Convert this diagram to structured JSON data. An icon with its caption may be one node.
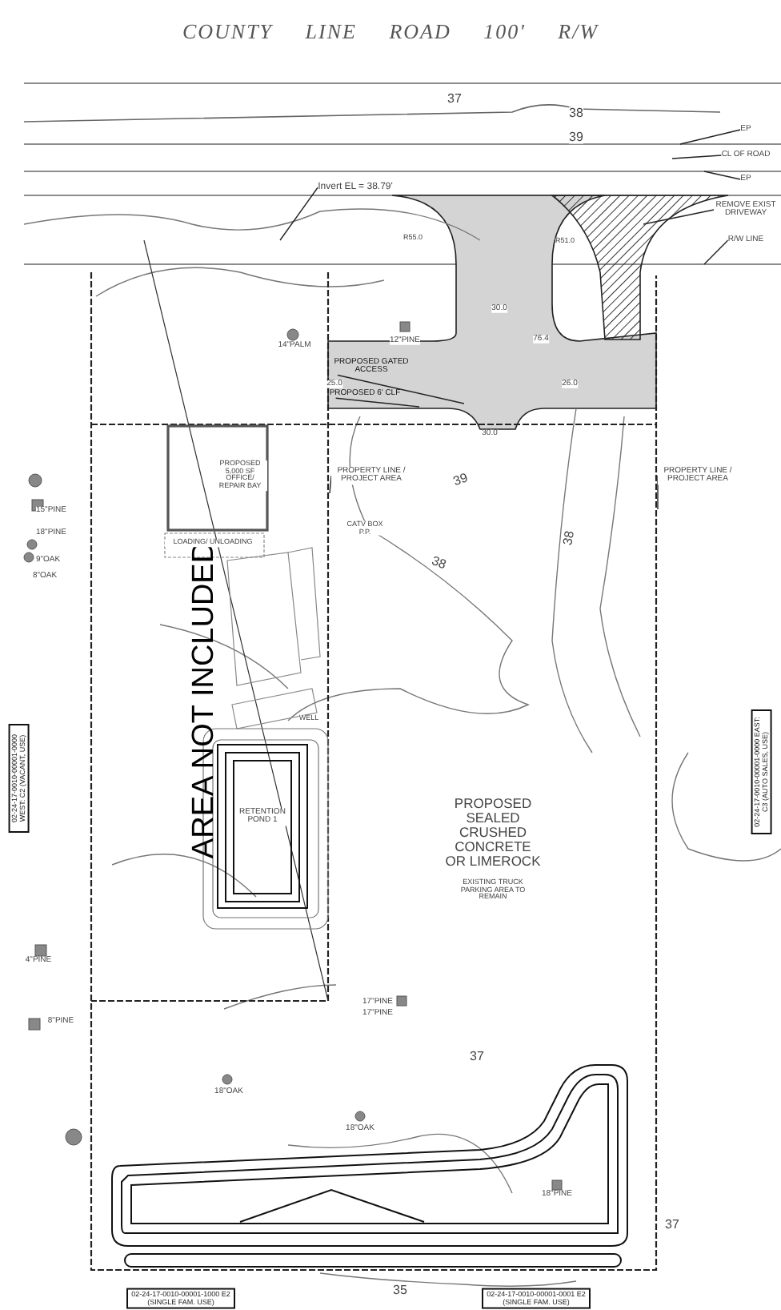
{
  "diagram": {
    "title": "COUNTY LINE ROAD 100' R/W",
    "nodes": [
      {
        "text": [
          "Invert EL = 38.79'"
        ]
      },
      {
        "text": [
          "EP"
        ]
      },
      {
        "text": [
          "CL OF ROAD"
        ]
      },
      {
        "text": [
          "EP"
        ]
      },
      {
        "text": [
          "REMOVE EXIST DRIVEWAY"
        ]
      },
      {
        "text": [
          "R/W LINE"
        ]
      },
      {
        "text": [
          "PROPOSED GATED ACCESS"
        ],
        "in": 10
      },
      {
        "text": [
          "PROPOSED 6' CLF"
        ],
        "in": 10
      },
      {
        "text": [
          "PROPERTY LINE / PROJECT AREA"
        ]
      },
      {
        "text": [
          "PROPERTY LINE / PROJECT AREA"
        ]
      },
      {
        "text": [],
        "shape": "area"
      },
      {
        "text": [],
        "shape": "area"
      }
    ],
    "edges": [
      {
        "from": 0,
        "to": null,
        "arrow": "none"
      },
      {
        "from": 1,
        "to": null,
        "arrow": "none"
      },
      {
        "from": 2,
        "to": null,
        "arrow": "none"
      },
      {
        "from": 3,
        "to": null,
        "arrow": "none"
      },
      {
        "from": 4,
        "to": 11,
        "arrow": "none"
      },
      {
        "from": 5,
        "to": null,
        "arrow": "none"
      },
      {
        "from": 6,
        "to": 10,
        "arrow": "none"
      },
      {
        "from": 7,
        "to": 10,
        "arrow": "none"
      },
      {
        "from": 8,
        "to": null,
        "arrow": "none"
      },
      {
        "from": 9,
        "to": null,
        "arrow": "none"
      }
    ],
    "labels": [
      "37",
      "38",
      "39",
      "R55.0",
      "R51.0",
      "30.0",
      "14\"PALM",
      "12\"PINE",
      "76.4",
      "25.0",
      "26.0",
      "30.0",
      "39",
      "38",
      "38",
      "37",
      "AREA NOT INCLUDED",
      "PROPOSED 5,000 SF OFFICE/ REPAIR BAY",
      "LOADING/ UNLOADING",
      "CATV BOX P.P.",
      "WELL",
      "RETENTION POND 1",
      "PROPOSED SEALED CRUSHED CONCRETE OR LIMEROCK",
      "EXISTING TRUCK PARKING AREA TO REMAIN",
      "02-24-17-0010-00001-0000 WEST: C2 (VACANT, USE)",
      "02-24-17-0010-00001-0000 EAST: C3 (AUTO SALES, USE)",
      "15\"PINE",
      "18\"PINE",
      "9\"OAK",
      "8\"OAK",
      "4\"PINE",
      "8\"PINE",
      "17\"PINE",
      "17\"PINE",
      "18\"OAK",
      "18\"OAK",
      "18\"PINE",
      "37",
      "35",
      "02-24-17-0010-00001-1000 E2 (SINGLE FAM. USE)",
      "02-24-17-0010-00001-0001 E2 (SINGLE FAM. USE)"
    ]
  }
}
